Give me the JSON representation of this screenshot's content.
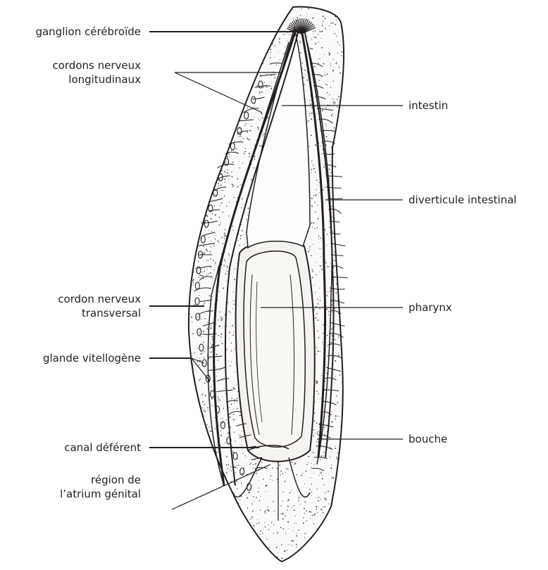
{
  "colors": {
    "ink": "#231f20",
    "stipple": "#3a3536",
    "background": "#ffffff"
  },
  "labels": {
    "ganglion": "ganglion cérébroïde",
    "cordons_line1": "cordons nerveux",
    "cordons_line2": "longitudinaux",
    "intestin": "intestin",
    "diverticule": "diverticule intestinal",
    "cordon_transversal_line1": "cordon nerveux",
    "cordon_transversal_line2": "transversal",
    "pharynx": "pharynx",
    "glande": "glande vitellogène",
    "bouche": "bouche",
    "canal": "canal déférent",
    "atrium_line1": "région de",
    "atrium_line2": "l’atrium génital"
  }
}
